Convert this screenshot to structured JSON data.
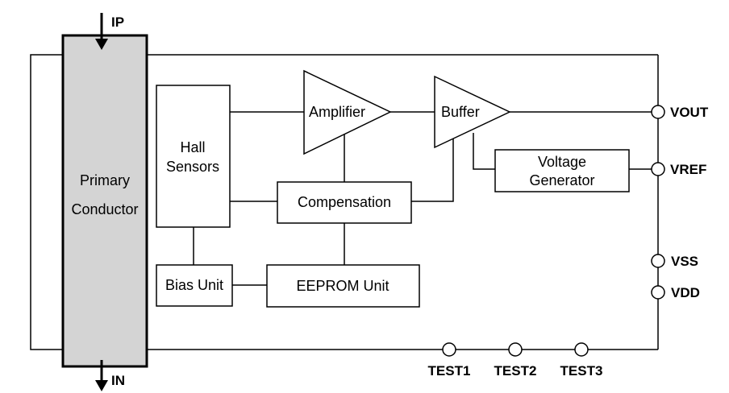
{
  "blocks": {
    "primary_conductor": [
      "Primary",
      "Conductor"
    ],
    "hall_sensors": [
      "Hall",
      "Sensors"
    ],
    "amplifier": "Amplifier",
    "buffer": "Buffer",
    "voltage_generator": [
      "Voltage",
      "Generator"
    ],
    "compensation": "Compensation",
    "bias_unit": "Bias Unit",
    "eeprom_unit": "EEPROM Unit"
  },
  "pins": {
    "ip": "IP",
    "in": "IN",
    "vout": "VOUT",
    "vref": "VREF",
    "vss": "VSS",
    "vdd": "VDD",
    "test1": "TEST1",
    "test2": "TEST2",
    "test3": "TEST3"
  },
  "colors": {
    "conductor_fill": "#d4d4d4",
    "line": "#000000"
  }
}
